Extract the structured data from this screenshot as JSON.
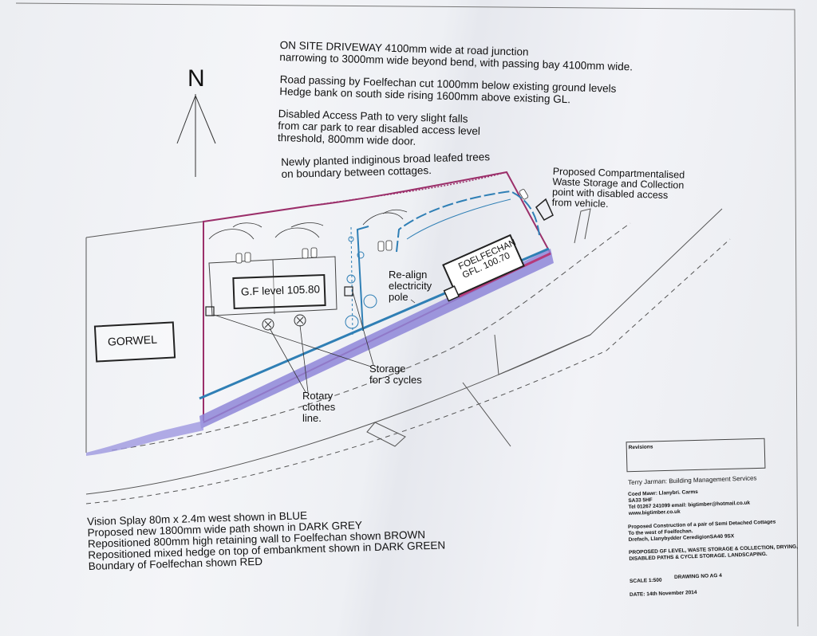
{
  "north_label": "N",
  "notes": {
    "driveway_line1": "ON SITE DRIVEWAY 4100mm wide at road junction",
    "driveway_line2": "narrowing to 3000mm wide beyond bend, with passing bay 4100mm wide.",
    "road_line1": "Road passing by Foelfechan cut 1000mm below existing ground levels",
    "road_line2": "Hedge bank on south side rising 1600mm above existing GL.",
    "access_line1": "Disabled Access Path to very slight falls",
    "access_line2": "from car park to rear disabled access level",
    "access_line3": "threshold, 800mm wide door.",
    "trees_line1": "Newly planted indiginous broad leafed trees",
    "trees_line2": "on boundary between cottages.",
    "waste_line1": "Proposed Compartmentalised",
    "waste_line2": "Waste Storage and Collection",
    "waste_line3": "point with disabled access",
    "waste_line4": "from vehicle."
  },
  "labels": {
    "gorwel": "GORWEL",
    "gf_level": "G.F level 105.80",
    "foelfechan_line1": "FOELFECHAN",
    "foelfechan_line2": "GFL. 100.70",
    "realign_line1": "Re-align",
    "realign_line2": "electricity",
    "realign_line3": "pole",
    "storage_line1": "Storage",
    "storage_line2": "for 3 cycles",
    "rotary_line1": "Rotary",
    "rotary_line2": "clothes",
    "rotary_line3": "line."
  },
  "legend": [
    "Vision Splay 80m x 2.4m west shown in BLUE",
    "Proposed new 1800mm wide path shown in DARK GREY",
    "Repositioned 800mm high  retaining wall to Foelfechan shown BROWN",
    "Repositioned mixed hedge on top of embankment shown in DARK GREEN",
    "Boundary of Foelfechan shown RED"
  ],
  "title_block": {
    "revisions": "Revisions",
    "company": "Terry Jarman: Building Management Services",
    "address1": "Coed Mawr: Llanybri. Carms",
    "address2": "SA33 5HF",
    "contact": "Tel 01267 241099  email: bigtimber@hotmail.co.uk",
    "website": "www.bigtimber.co.uk",
    "project1": "Proposed Construction of a pair of Semi Detached Cottages",
    "project2": "To the west of Foelfechan.",
    "project3": "Drefach, Llanybydder CeredigionSA40 9SX",
    "desc1": "PROPOSED GF LEVEL, WASTE STORAGE & COLLECTION, DRYING,",
    "desc2": "DISABLED PATHS & CYCLE STORAGE. LANDSCAPING.",
    "scale": "SCALE 1:500",
    "drawing_no": "DRAWING NO  AG 4",
    "date": "DATE: 14th November 2014"
  },
  "colors": {
    "boundary_red": "#9b2f6a",
    "splay_blue": "#2f7fb5",
    "path_grey": "#8e86d8",
    "wall_brown": "#6a55b8",
    "ink": "#222222"
  }
}
